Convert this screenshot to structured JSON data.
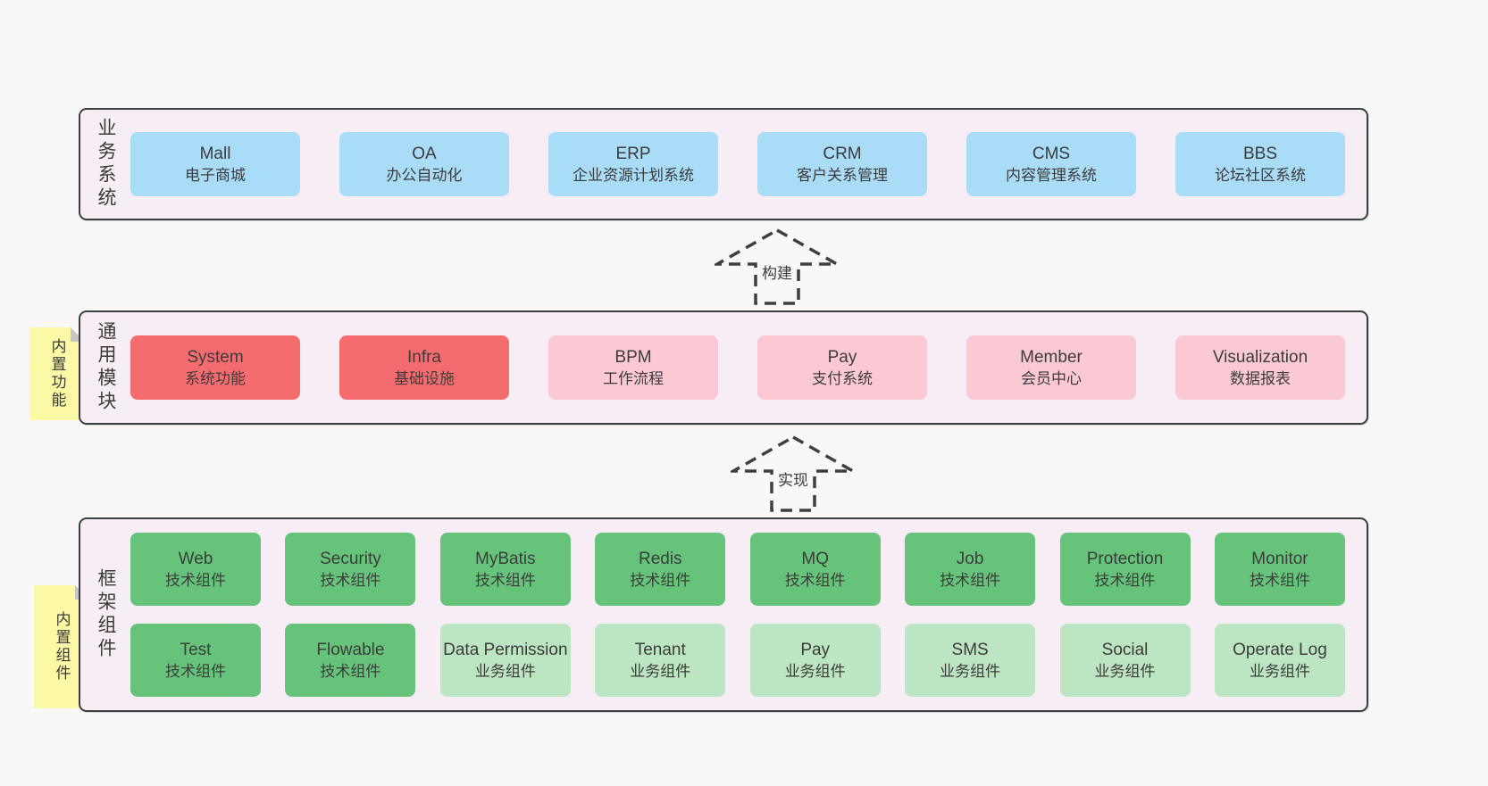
{
  "diagram": {
    "title_implied": "架构图",
    "colors": {
      "page_bg": "#f8f8f8",
      "band_bg": "#f6edf5",
      "band_border": "#3f3f3f",
      "box_blue": "#a9dcf7",
      "box_red": "#f56c6f",
      "box_pink": "#fbc9d3",
      "box_green_dark": "#66c47a",
      "box_green_light": "#bce5c1",
      "sticky_yellow": "#fbf9a5",
      "sticky_fold": "#c6c6c6",
      "text": "#3c3c3c"
    },
    "arrows": {
      "build": "构建",
      "implement": "实现"
    },
    "bands": {
      "business": {
        "label": "业务系统",
        "boxes": [
          {
            "name": "Mall",
            "desc": "电子商城"
          },
          {
            "name": "OA",
            "desc": "办公自动化"
          },
          {
            "name": "ERP",
            "desc": "企业资源计划系统"
          },
          {
            "name": "CRM",
            "desc": "客户关系管理"
          },
          {
            "name": "CMS",
            "desc": "内容管理系统"
          },
          {
            "name": "BBS",
            "desc": "论坛社区系统"
          }
        ]
      },
      "common": {
        "label": "通用模块",
        "sticky": "内置功能",
        "boxes": [
          {
            "name": "System",
            "desc": "系统功能"
          },
          {
            "name": "Infra",
            "desc": "基础设施"
          },
          {
            "name": "BPM",
            "desc": "工作流程"
          },
          {
            "name": "Pay",
            "desc": "支付系统"
          },
          {
            "name": "Member",
            "desc": "会员中心"
          },
          {
            "name": "Visualization",
            "desc": "数据报表"
          }
        ]
      },
      "framework": {
        "label": "框架组件",
        "sticky": "内置组件",
        "row1": [
          {
            "name": "Web",
            "desc": "技术组件"
          },
          {
            "name": "Security",
            "desc": "技术组件"
          },
          {
            "name": "MyBatis",
            "desc": "技术组件"
          },
          {
            "name": "Redis",
            "desc": "技术组件"
          },
          {
            "name": "MQ",
            "desc": "技术组件"
          },
          {
            "name": "Job",
            "desc": "技术组件"
          },
          {
            "name": "Protection",
            "desc": "技术组件"
          },
          {
            "name": "Monitor",
            "desc": "技术组件"
          }
        ],
        "row2": [
          {
            "name": "Test",
            "desc": "技术组件"
          },
          {
            "name": "Flowable",
            "desc": "技术组件"
          },
          {
            "name": "Data Permission",
            "desc": "业务组件"
          },
          {
            "name": "Tenant",
            "desc": "业务组件"
          },
          {
            "name": "Pay",
            "desc": "业务组件"
          },
          {
            "name": "SMS",
            "desc": "业务组件"
          },
          {
            "name": "Social",
            "desc": "业务组件"
          },
          {
            "name": "Operate Log",
            "desc": "业务组件"
          }
        ]
      }
    }
  }
}
